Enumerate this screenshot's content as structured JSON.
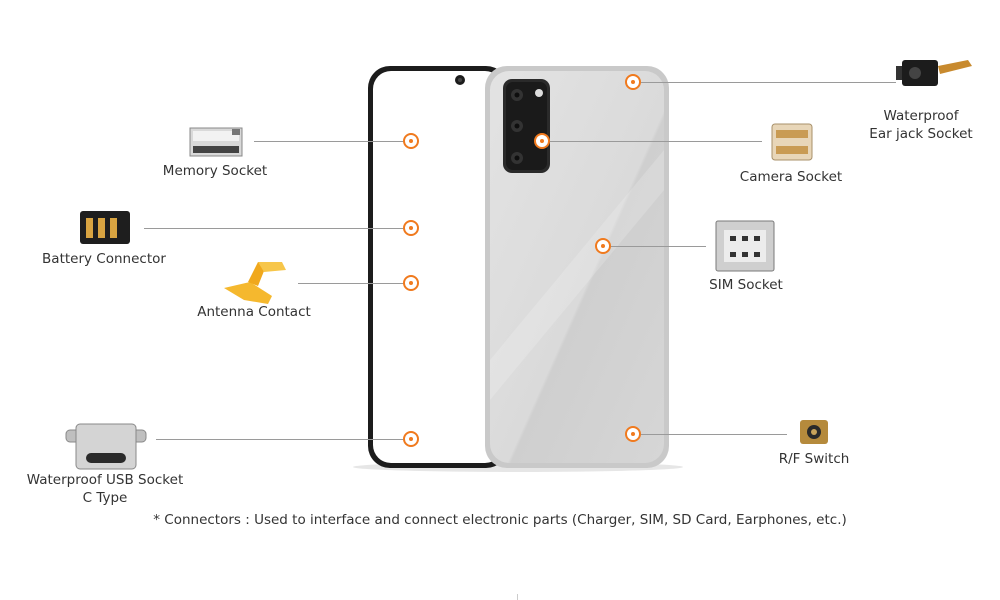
{
  "components": [
    {
      "id": "memory-socket",
      "label": "Memory Socket",
      "icon": "memory-socket-icon"
    },
    {
      "id": "battery-connector",
      "label": "Battery Connector",
      "icon": "battery-connector-icon"
    },
    {
      "id": "antenna-contact",
      "label": "Antenna Contact",
      "icon": "antenna-contact-icon"
    },
    {
      "id": "usb-socket",
      "label_lines": [
        "Waterproof USB Socket",
        "C Type"
      ],
      "icon": "usb-c-socket-icon"
    },
    {
      "id": "ear-jack-socket",
      "label_lines": [
        "Waterproof",
        "Ear jack Socket"
      ],
      "icon": "ear-jack-socket-icon"
    },
    {
      "id": "camera-socket",
      "label": "Camera Socket",
      "icon": "camera-socket-icon"
    },
    {
      "id": "sim-socket",
      "label": "SIM Socket",
      "icon": "sim-socket-icon"
    },
    {
      "id": "rf-switch",
      "label": "R/F Switch",
      "icon": "rf-switch-icon"
    }
  ],
  "footnote": "* Connectors : Used to interface and connect electronic parts (Charger, SIM, SD Card, Earphones, etc.)",
  "colors": {
    "marker": "#f07a1e",
    "leader_line": "#9a9a9a",
    "phone_body": "#d8d8d8",
    "phone_frame": "#c9c9c9",
    "text": "#333333"
  }
}
